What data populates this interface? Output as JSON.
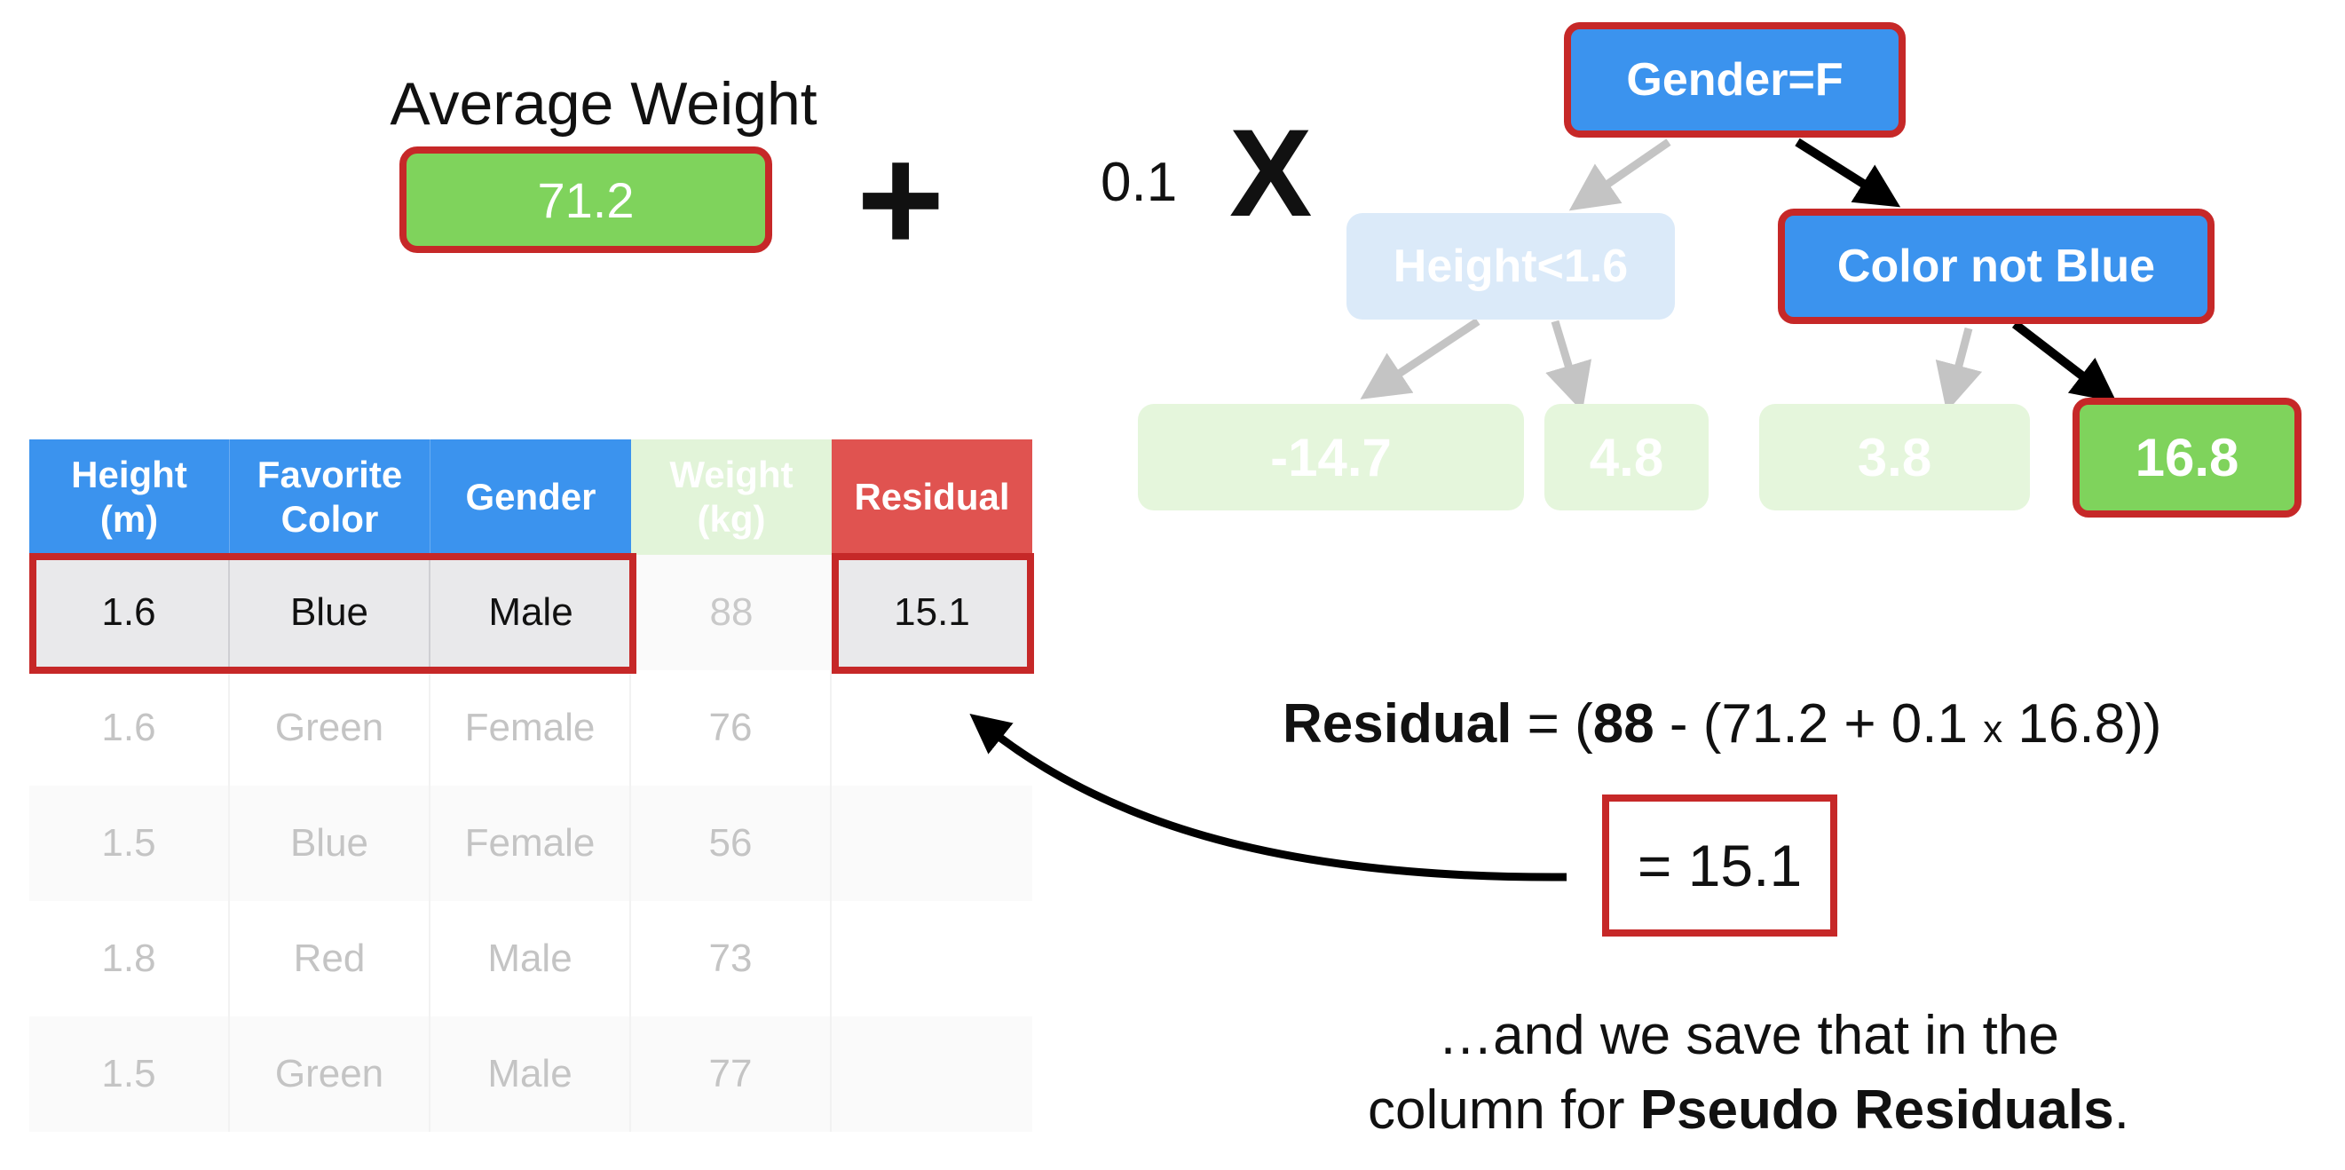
{
  "formula": {
    "avg_label": "Average Weight",
    "avg_value": "71.2",
    "plus": "+",
    "learning_rate": "0.1",
    "times": "X"
  },
  "tree": {
    "root": "Gender=F",
    "left_split": "Height<1.6",
    "right_split": "Color not Blue",
    "leaves": [
      "-14.7",
      "4.8",
      "3.8",
      "16.8"
    ]
  },
  "table": {
    "headers": [
      {
        "line1": "Height",
        "line2": "(m)"
      },
      {
        "line1": "Favorite",
        "line2": "Color"
      },
      {
        "line1": "Gender",
        "line2": ""
      },
      {
        "line1": "Weight",
        "line2": "(kg)"
      },
      {
        "line1": "Residual",
        "line2": ""
      }
    ],
    "rows": [
      [
        "1.6",
        "Blue",
        "Male",
        "88",
        "15.1"
      ],
      [
        "1.6",
        "Green",
        "Female",
        "76",
        ""
      ],
      [
        "1.5",
        "Blue",
        "Female",
        "56",
        ""
      ],
      [
        "1.8",
        "Red",
        "Male",
        "73",
        ""
      ],
      [
        "1.5",
        "Green",
        "Male",
        "77",
        ""
      ]
    ]
  },
  "equation": {
    "residual_word": "Residual",
    "eq": " = (",
    "observed": "88",
    "rest_a": " - (71.2 + 0.1 ",
    "times_sign": "x",
    "rest_b": " 16.8))",
    "result": "= 15.1"
  },
  "caption": {
    "line1": "…and we save that in the",
    "line2_plain": "column for ",
    "line2_bold": "Pseudo Residuals",
    "line2_end": "."
  }
}
